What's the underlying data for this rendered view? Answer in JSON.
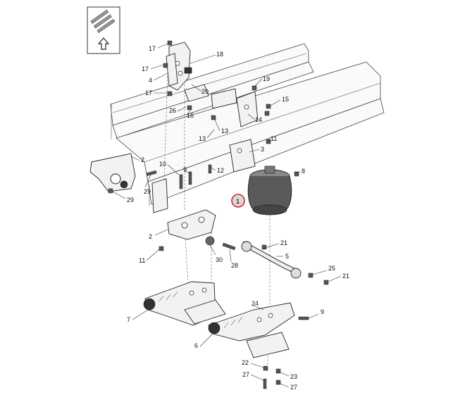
{
  "diagram": {
    "labels": [
      {
        "id": "17a",
        "text": "17"
      },
      {
        "id": "18",
        "text": "18"
      },
      {
        "id": "17b",
        "text": "17"
      },
      {
        "id": "4",
        "text": "4"
      },
      {
        "id": "17c",
        "text": "17"
      },
      {
        "id": "20",
        "text": "20"
      },
      {
        "id": "19",
        "text": "19"
      },
      {
        "id": "15",
        "text": "15"
      },
      {
        "id": "26",
        "text": "26"
      },
      {
        "id": "16",
        "text": "16"
      },
      {
        "id": "14",
        "text": "14"
      },
      {
        "id": "13a",
        "text": "13"
      },
      {
        "id": "13b",
        "text": "13"
      },
      {
        "id": "11a",
        "text": "11"
      },
      {
        "id": "3",
        "text": "3"
      },
      {
        "id": "2a",
        "text": "2"
      },
      {
        "id": "10",
        "text": "10"
      },
      {
        "id": "9a",
        "text": "9"
      },
      {
        "id": "12",
        "text": "12"
      },
      {
        "id": "8",
        "text": "8"
      },
      {
        "id": "29a",
        "text": "29"
      },
      {
        "id": "29b",
        "text": "29"
      },
      {
        "id": "2b",
        "text": "2"
      },
      {
        "id": "21a",
        "text": "21"
      },
      {
        "id": "5",
        "text": "5"
      },
      {
        "id": "11b",
        "text": "11"
      },
      {
        "id": "30",
        "text": "30"
      },
      {
        "id": "28",
        "text": "28"
      },
      {
        "id": "25",
        "text": "25"
      },
      {
        "id": "21b",
        "text": "21"
      },
      {
        "id": "7",
        "text": "7"
      },
      {
        "id": "24",
        "text": "24"
      },
      {
        "id": "9b",
        "text": "9"
      },
      {
        "id": "6",
        "text": "6"
      },
      {
        "id": "22",
        "text": "22"
      },
      {
        "id": "23",
        "text": "23"
      },
      {
        "id": "27a",
        "text": "27"
      },
      {
        "id": "27b",
        "text": "27"
      }
    ],
    "highlight": {
      "text": "1"
    }
  }
}
